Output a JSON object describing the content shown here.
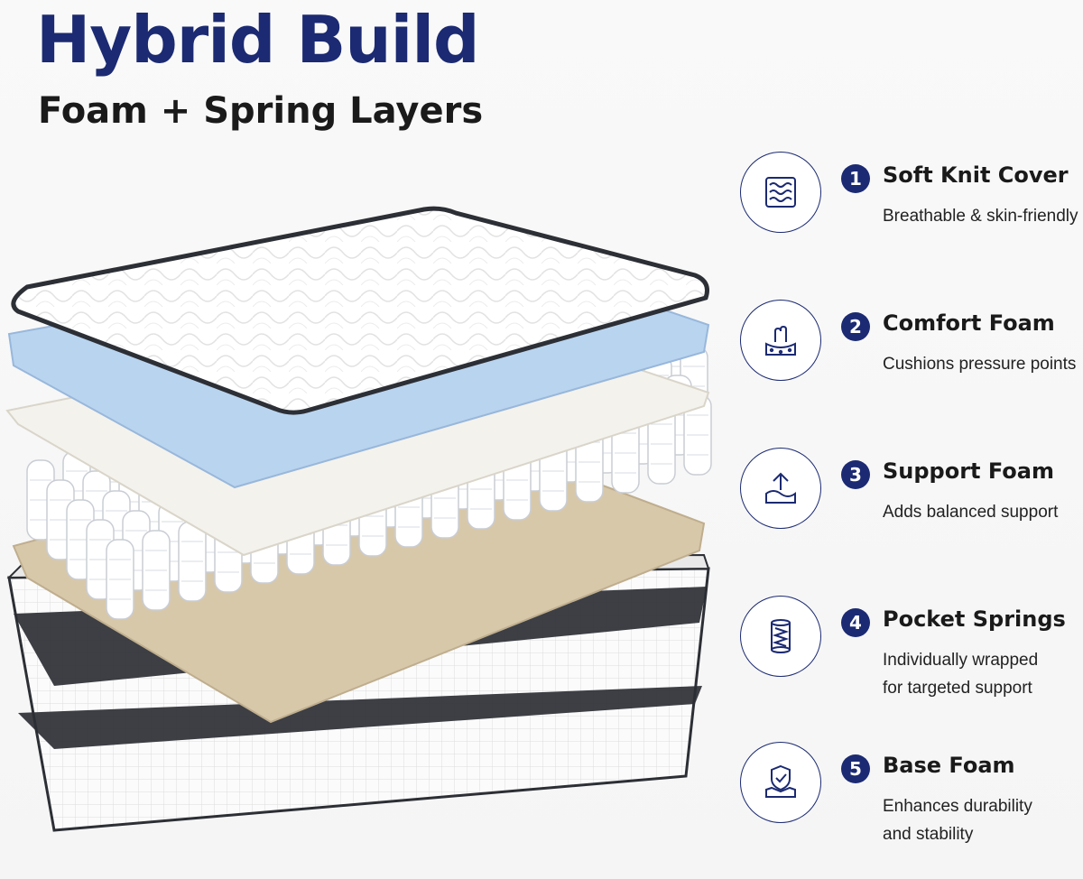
{
  "header": {
    "title": "Hybrid Build",
    "subtitle": "Foam + Spring Layers"
  },
  "colors": {
    "brand_navy": "#1b2a72",
    "blue_foam": "#b9d4ef",
    "cream_foam": "#f4f2ec",
    "tan_foam": "#d8c8aa",
    "dark_band": "#2c2f35"
  },
  "features": [
    {
      "number": "1",
      "title": "Soft Knit Cover",
      "description": [
        "Breathable & skin-friendly"
      ],
      "icon": "knit-fabric-icon"
    },
    {
      "number": "2",
      "title": "Comfort Foam",
      "description": [
        "Cushions pressure points"
      ],
      "icon": "hand-press-foam-icon"
    },
    {
      "number": "3",
      "title": "Support Foam",
      "description": [
        "Adds balanced support"
      ],
      "icon": "arrow-up-foam-icon"
    },
    {
      "number": "4",
      "title": "Pocket Springs",
      "description": [
        "Individually wrapped",
        "for targeted support"
      ],
      "icon": "coil-spring-icon"
    },
    {
      "number": "5",
      "title": "Base Foam",
      "description": [
        "Enhances durability",
        "and stability"
      ],
      "icon": "shield-foam-icon"
    }
  ]
}
